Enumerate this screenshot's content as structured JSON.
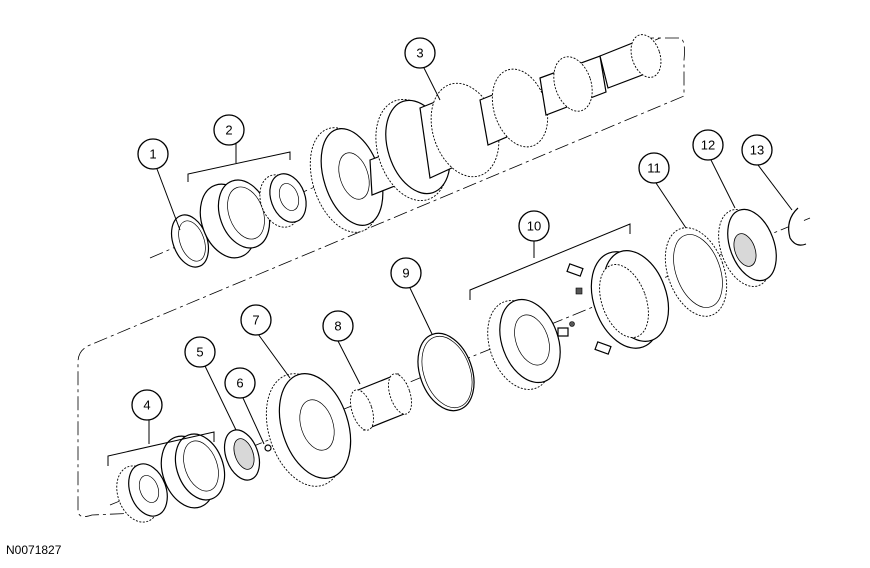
{
  "figure_id": "N0071827",
  "callouts": [
    {
      "label": "1"
    },
    {
      "label": "2"
    },
    {
      "label": "3"
    },
    {
      "label": "4"
    },
    {
      "label": "5"
    },
    {
      "label": "6"
    },
    {
      "label": "7"
    },
    {
      "label": "8"
    },
    {
      "label": "9"
    },
    {
      "label": "10"
    },
    {
      "label": "11"
    },
    {
      "label": "12"
    },
    {
      "label": "13"
    }
  ]
}
